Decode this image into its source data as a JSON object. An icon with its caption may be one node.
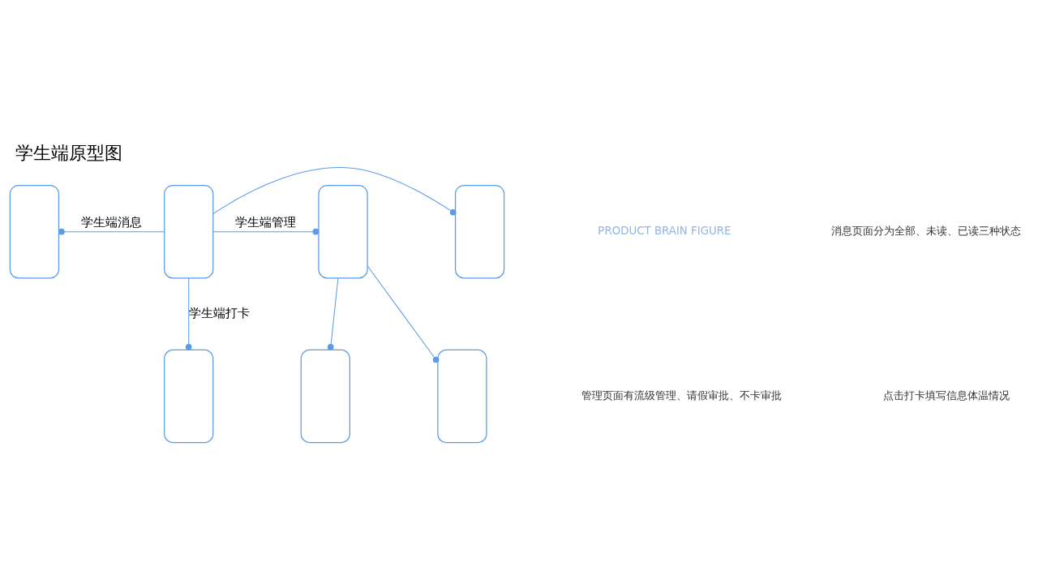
{
  "diagram": {
    "title": "学生端原型图",
    "nodes": [
      {
        "text": [],
        "shape": "box"
      },
      {
        "text": [],
        "shape": "box"
      },
      {
        "text": [],
        "shape": "box"
      },
      {
        "text": [],
        "shape": "box"
      },
      {
        "text": [],
        "shape": "box"
      },
      {
        "text": [],
        "shape": "box"
      },
      {
        "text": [],
        "shape": "box"
      }
    ],
    "edges": [
      {
        "from": 1,
        "to": 0,
        "arrow": "other",
        "label": "学生端消息"
      },
      {
        "from": 1,
        "to": 2,
        "arrow": "other",
        "label": "学生端管理"
      },
      {
        "from": 1,
        "to": 3,
        "arrow": "other"
      },
      {
        "from": 1,
        "to": 4,
        "arrow": "other",
        "label": "学生端打卡"
      },
      {
        "from": 2,
        "to": 5,
        "arrow": "other"
      },
      {
        "from": 2,
        "to": 6,
        "arrow": "other"
      }
    ],
    "labels": [
      "PRODUCT BRAIN FIGURE",
      "消息页面分为全部、未读、已读三种状态",
      "管理页面有流级管理、请假审批、不卡审批",
      "点击打卡填写信息体温情况"
    ]
  }
}
